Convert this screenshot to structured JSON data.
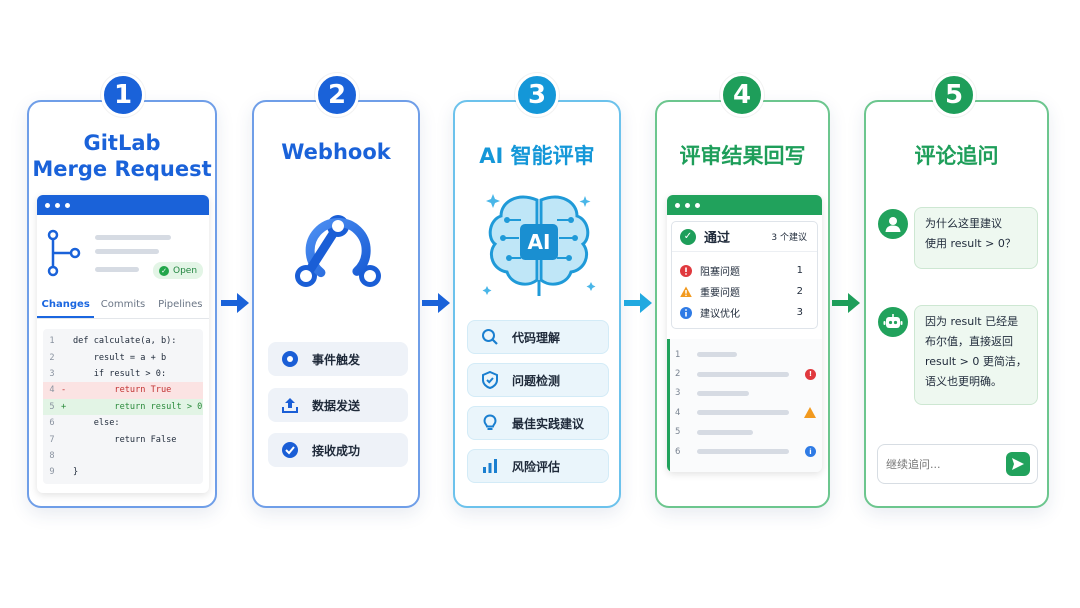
{
  "steps": [
    {
      "number": "1",
      "color": "#1a62d9",
      "title_line1": "GitLab",
      "title_line2": "Merge Request"
    },
    {
      "number": "2",
      "color": "#1a62d9",
      "title": "Webhook"
    },
    {
      "number": "3",
      "color": "#1497d8",
      "title": "AI 智能评审"
    },
    {
      "number": "4",
      "color": "#1e9e5a",
      "title": "评审结果回写"
    },
    {
      "number": "5",
      "color": "#1e9e5a",
      "title": "评论追问"
    }
  ],
  "mr": {
    "status": "Open",
    "tabs": [
      "Changes",
      "Commits",
      "Pipelines"
    ],
    "code": [
      {
        "ln": "1",
        "mark": "",
        "text": "def calculate(a, b):",
        "kind": "normal"
      },
      {
        "ln": "2",
        "mark": "",
        "text": "    result = a + b",
        "kind": "normal"
      },
      {
        "ln": "3",
        "mark": "",
        "text": "    if result > 0:",
        "kind": "normal"
      },
      {
        "ln": "4",
        "mark": "-",
        "text": "        return True",
        "kind": "del"
      },
      {
        "ln": "5",
        "mark": "+",
        "text": "        return result > 0",
        "kind": "add"
      },
      {
        "ln": "6",
        "mark": "",
        "text": "    else:",
        "kind": "normal"
      },
      {
        "ln": "7",
        "mark": "",
        "text": "        return False",
        "kind": "normal"
      },
      {
        "ln": "8",
        "mark": "",
        "text": "",
        "kind": "normal"
      },
      {
        "ln": "9",
        "mark": "",
        "text": "}",
        "kind": "normal"
      }
    ]
  },
  "webhook": {
    "items": [
      {
        "label": "事件触发",
        "icon": "record-icon"
      },
      {
        "label": "数据发送",
        "icon": "upload-icon"
      },
      {
        "label": "接收成功",
        "icon": "check-circle-icon"
      }
    ]
  },
  "ai": {
    "brain_label": "AI",
    "items": [
      {
        "label": "代码理解",
        "icon": "search-icon"
      },
      {
        "label": "问题检测",
        "icon": "shield-check-icon"
      },
      {
        "label": "最佳实践建议",
        "icon": "lightbulb-icon"
      },
      {
        "label": "风险评估",
        "icon": "bar-chart-icon"
      }
    ]
  },
  "review": {
    "status": "通过",
    "count": "3 个建议",
    "rows": [
      {
        "label": "阻塞问题",
        "value": "1",
        "color": "#e0393e"
      },
      {
        "label": "重要问题",
        "value": "2",
        "color": "#f29a1f"
      },
      {
        "label": "建议优化",
        "value": "3",
        "color": "#2f7be5"
      }
    ],
    "lines": [
      "1",
      "2",
      "3",
      "4",
      "5",
      "6"
    ]
  },
  "chat": {
    "question": [
      "为什么这里建议",
      "使用 result > 0？"
    ],
    "answer": [
      "因为 result 已经是",
      "布尔值，直接返回",
      "result > 0 更简洁，",
      "语义也更明确。"
    ],
    "placeholder": "继续追问..."
  }
}
